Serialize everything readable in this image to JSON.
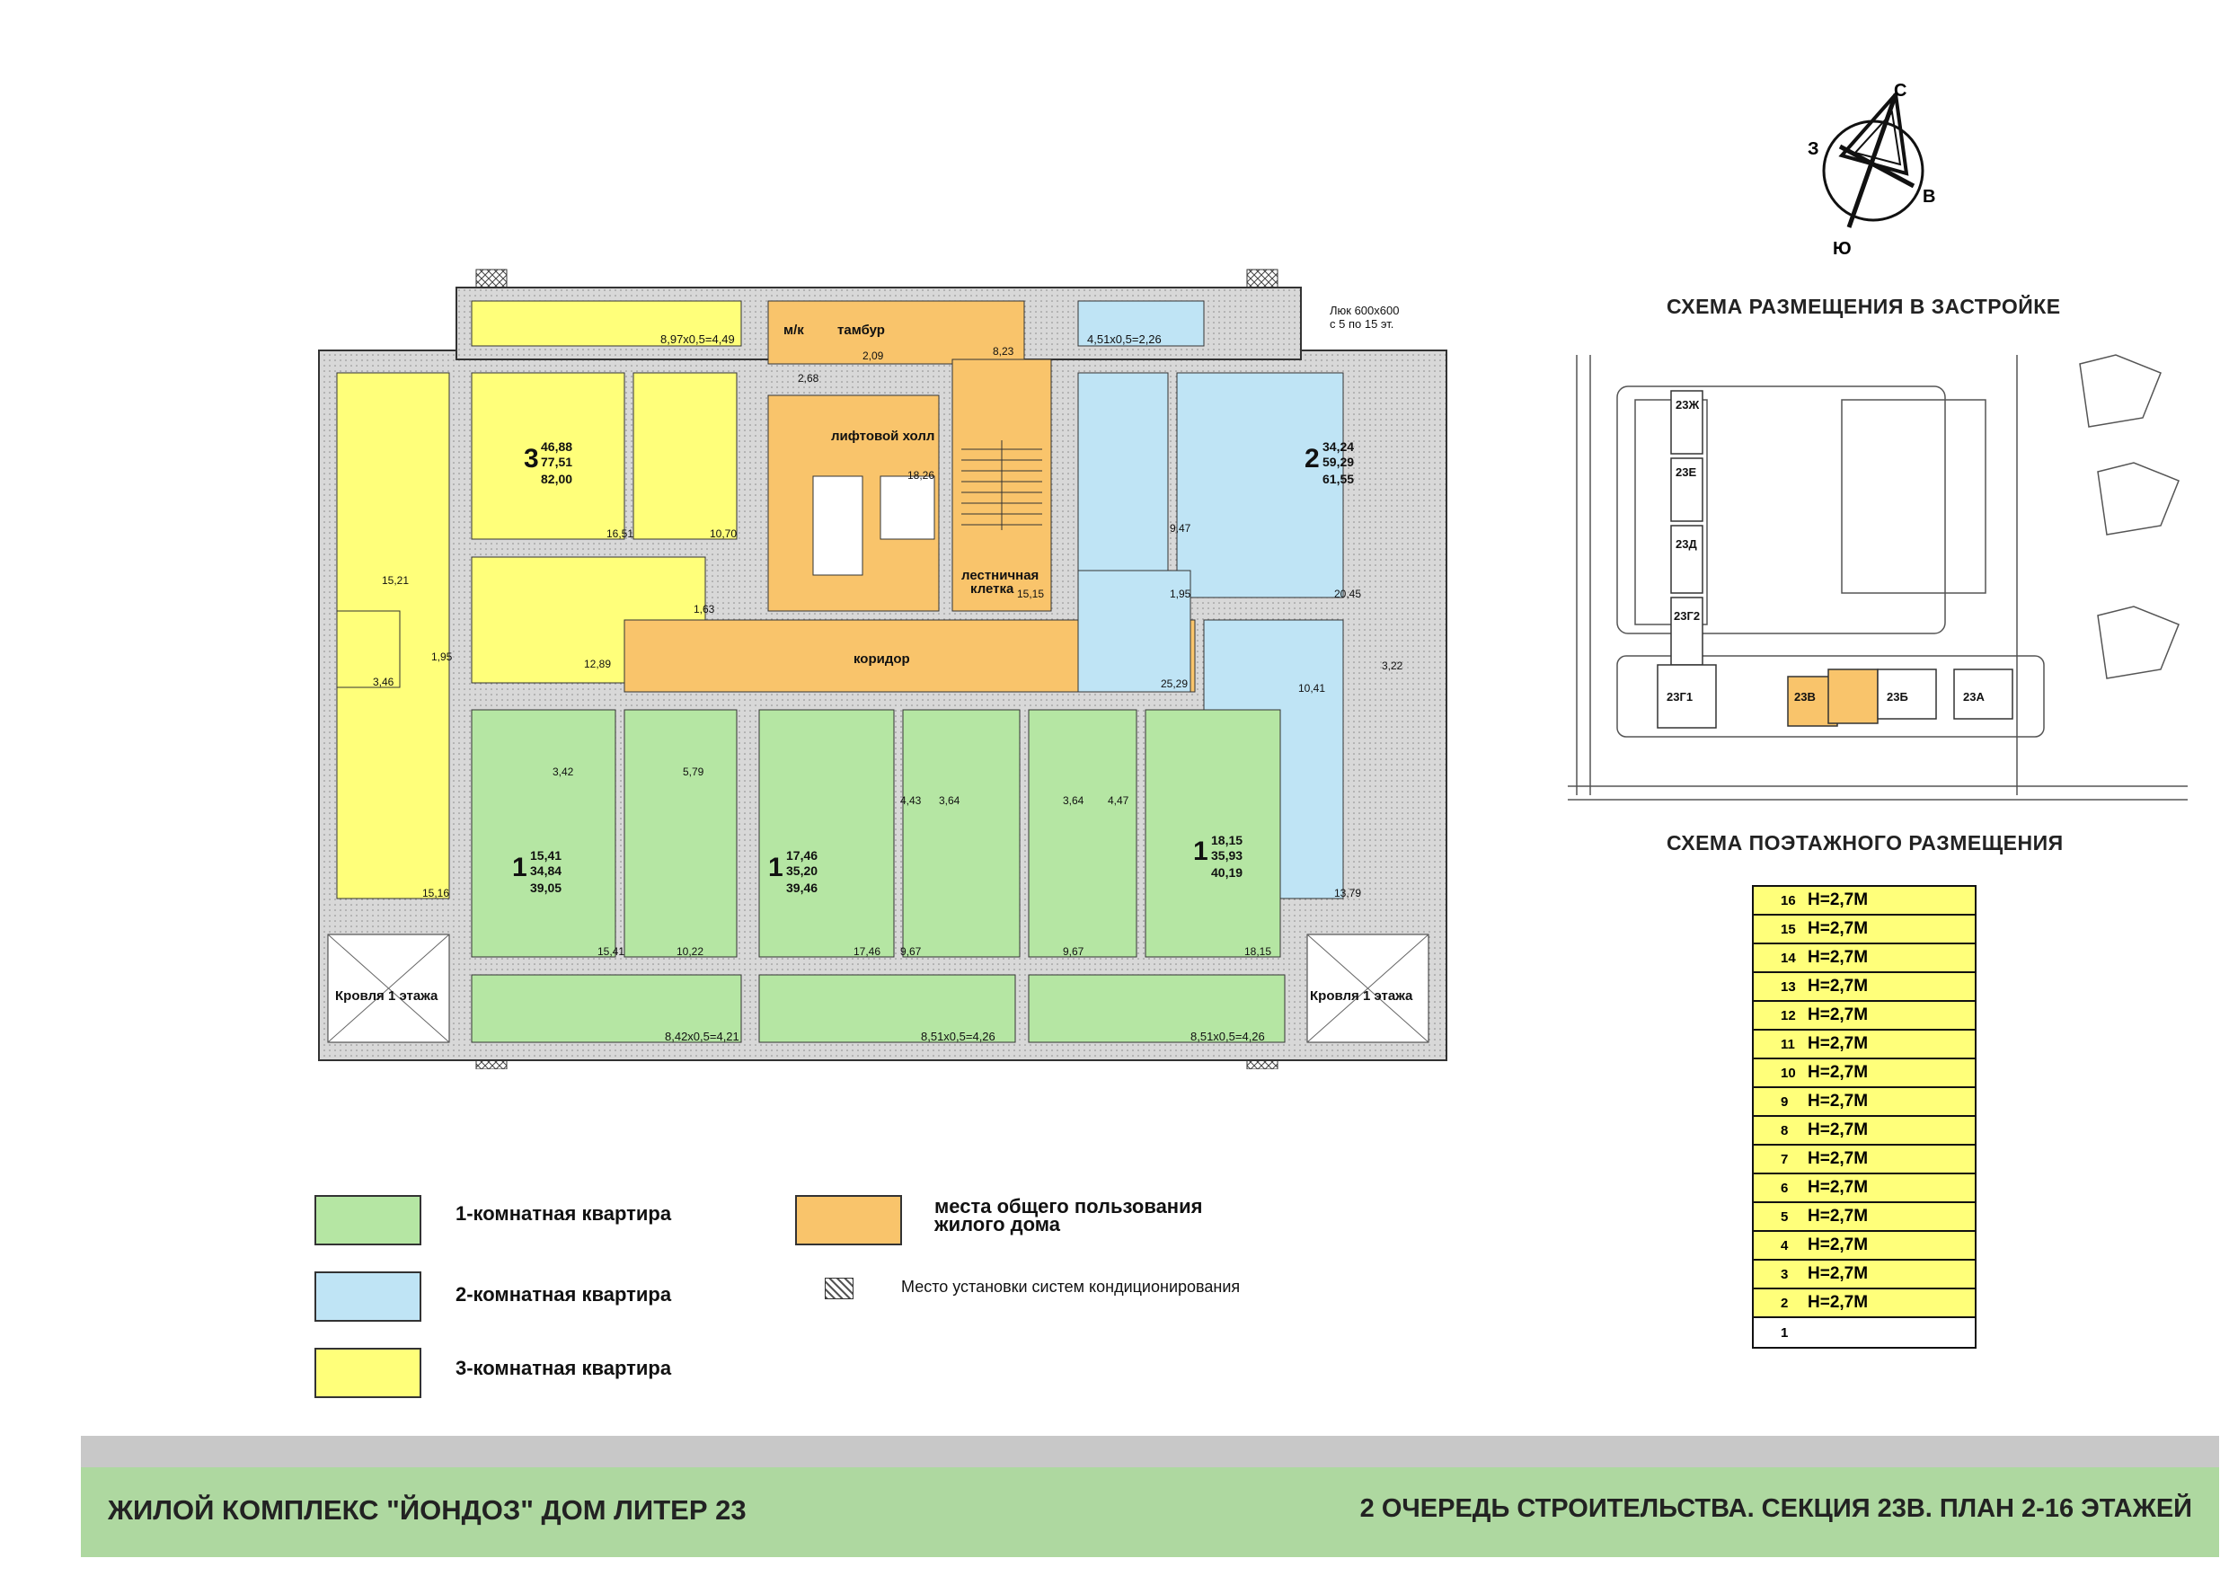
{
  "compass": {
    "north": "С",
    "west": "З",
    "east": "В",
    "south": "Ю"
  },
  "plan": {
    "hatch_note": "Люк 600х600",
    "hatch_note2": "с 5 по 15 эт.",
    "common": {
      "lift_hall": "лифтовой холл",
      "lift_hall_area": "18,26",
      "mk": "м/к",
      "mk_area": "2,68",
      "tambur": "тамбур",
      "tambur_area": "2,09",
      "top_area": "8,23",
      "stair": "лестничная",
      "stair2": "клетка",
      "stair_area": "15,15",
      "corridor": "коридор",
      "corridor_area": "25,29"
    },
    "roof_left": "Кровля 1 этажа",
    "roof_right": "Кровля 1 этажа",
    "balconies": {
      "top_left": "8,97х0,5=4,49",
      "top_right": "4,51х0,5=2,26",
      "bottom1": "8,42х0,5=4,21",
      "bottom2": "8,51х0,5=4,26",
      "bottom3": "8,51х0,5=4,26"
    },
    "apt3": {
      "rooms": "3",
      "a1": "46,88",
      "a2": "77,51",
      "a3": "82,00",
      "r1": "16,51",
      "r2": "10,70",
      "r3": "15,21",
      "r4": "1,95",
      "r5": "1,63",
      "r6": "12,89",
      "r7": "3,46",
      "r8": "15,16"
    },
    "apt2": {
      "rooms": "2",
      "a1": "34,24",
      "a2": "59,29",
      "a3": "61,55",
      "r1": "9,47",
      "r2": "1,95",
      "r3": "20,45",
      "r4": "3,22",
      "r5": "10,41",
      "r6": "13,79"
    },
    "apt1a": {
      "rooms": "1",
      "a1": "15,41",
      "a2": "34,84",
      "a3": "39,05",
      "r1": "3,42",
      "r2": "5,79",
      "r3": "15,41",
      "r4": "10,22"
    },
    "apt1b": {
      "rooms": "1",
      "a1": "17,46",
      "a2": "35,20",
      "a3": "39,46",
      "r1": "4,43",
      "r2": "3,64",
      "r3": "17,46",
      "r4": "9,67"
    },
    "apt1c": {
      "rooms": "1",
      "a1": "18,15",
      "a2": "35,93",
      "a3": "40,19",
      "r1": "3,64",
      "r2": "4,47",
      "r3": "9,67",
      "r4": "18,15"
    }
  },
  "legend": {
    "items": [
      {
        "label": "1-комнатная квартира",
        "color": "#b5e6a3"
      },
      {
        "label": "2-комнатная квартира",
        "color": "#bfe4f5"
      },
      {
        "label": "3-комнатная квартира",
        "color": "#ffff7a"
      }
    ],
    "common_label_1": "места общего пользования",
    "common_label_2": "жилого дома",
    "common_color": "#f9c46b",
    "ac_label": "Место установки систем кондиционирования"
  },
  "site_scheme": {
    "title": "СХЕМА РАЗМЕЩЕНИЯ В ЗАСТРОЙКЕ",
    "blocks": [
      "23Ж",
      "23Е",
      "23Д",
      "23Г2",
      "23Г1",
      "23В",
      "23Б",
      "23А"
    ],
    "highlight_color": "#f9c46b"
  },
  "floor_scheme": {
    "title": "СХЕМА ПОЭТАЖНОГО РАЗМЕЩЕНИЯ",
    "floors": [
      {
        "num": "16",
        "h": "H=2,7M"
      },
      {
        "num": "15",
        "h": "H=2,7M"
      },
      {
        "num": "14",
        "h": "H=2,7M"
      },
      {
        "num": "13",
        "h": "H=2,7M"
      },
      {
        "num": "12",
        "h": "H=2,7M"
      },
      {
        "num": "11",
        "h": "H=2,7M"
      },
      {
        "num": "10",
        "h": "H=2,7M"
      },
      {
        "num": "9",
        "h": "H=2,7M"
      },
      {
        "num": "8",
        "h": "H=2,7M"
      },
      {
        "num": "7",
        "h": "H=2,7M"
      },
      {
        "num": "6",
        "h": "H=2,7M"
      },
      {
        "num": "5",
        "h": "H=2,7M"
      },
      {
        "num": "4",
        "h": "H=2,7M"
      },
      {
        "num": "3",
        "h": "H=2,7M"
      },
      {
        "num": "2",
        "h": "H=2,7M"
      },
      {
        "num": "1",
        "h": ""
      }
    ],
    "floor_color": "#ffff7a"
  },
  "footer": {
    "left": "ЖИЛОЙ КОМПЛЕКС \"ЙОНДОЗ\" ДОМ ЛИТЕР 23",
    "right": "2 ОЧЕРЕДЬ СТРОИТЕЛЬСТВА. СЕКЦИЯ 23В. ПЛАН 2-16 ЭТАЖЕЙ"
  }
}
